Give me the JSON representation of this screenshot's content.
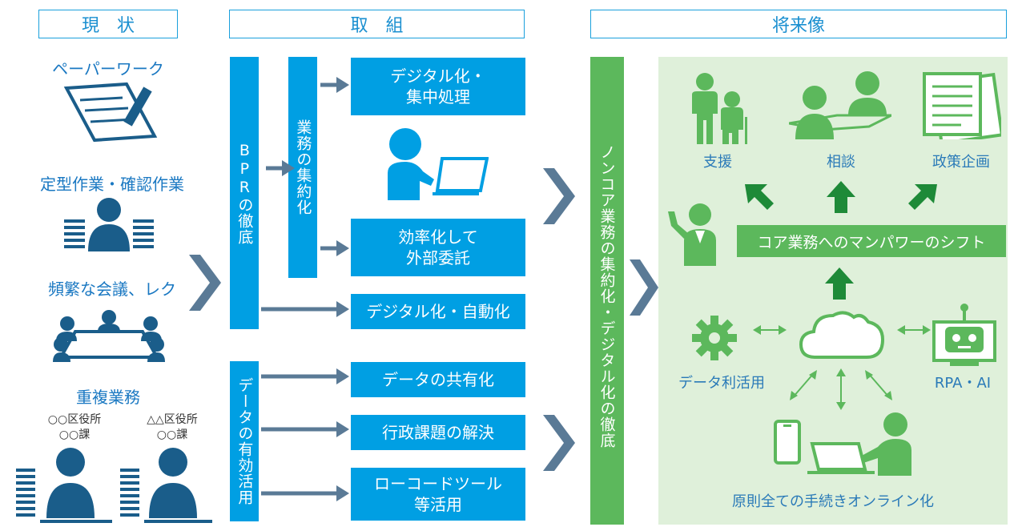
{
  "headers": {
    "current": "現　状",
    "initiatives": "取　組",
    "future": "将来像"
  },
  "current": {
    "paperwork": "ペーパーワーク",
    "routine": "定型作業・確認作業",
    "meetings": "頻繁な会議、レク",
    "duplicate": "重複業務",
    "office_a": "○○区役所",
    "section_a": "○○課",
    "office_b": "△△区役所",
    "section_b": "○○課"
  },
  "initiatives": {
    "bpr": "BPRの徹底",
    "consolidate": "業務の集約化",
    "digital_central": "デジタル化・\n集中処理",
    "efficiency": "効率化して\n外部委託",
    "digital_auto": "デジタル化・自動化",
    "data_use": "データの有効活用",
    "data_share": "データの共有化",
    "policy": "行政課題の解決",
    "lowcode": "ローコードツール\n等活用"
  },
  "future": {
    "noncore": "ノンコア業務の集約化・デジタル化の徹底",
    "support": "支援",
    "consult": "相談",
    "planning": "政策企画",
    "shift": "コア業務へのマンパワーのシフト",
    "data_util": "データ利活用",
    "rpa": "RPA・AI",
    "online": "原則全ての手続きオンライン化"
  },
  "colors": {
    "blue": "#009fe3",
    "green": "#5cb85c",
    "bg_green": "#dff0da",
    "gray": "#5a7a96"
  }
}
